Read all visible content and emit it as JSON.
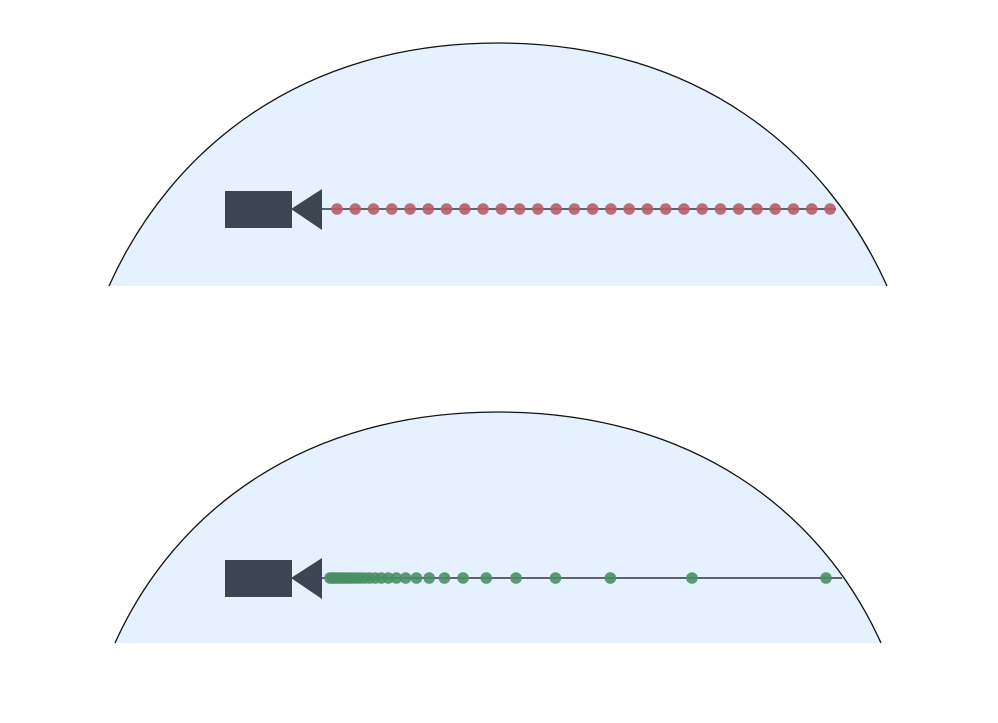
{
  "colors": {
    "background": "#ffffff",
    "dome_fill": "#e5f1fe",
    "dome_stroke": "#111111",
    "ray_stroke": "#111111",
    "camera_fill": "#3a4652",
    "uniform_sample_color": "#b85c6a",
    "stratified_sample_color": "#4a8f65"
  },
  "icons": {
    "camera": "camera-icon"
  },
  "panels": [
    {
      "id": "uniform",
      "sample_spacing": "uniform",
      "sample_count": 28
    },
    {
      "id": "inverse-depth",
      "sample_spacing": "inverse-depth",
      "sample_count": 29
    }
  ]
}
